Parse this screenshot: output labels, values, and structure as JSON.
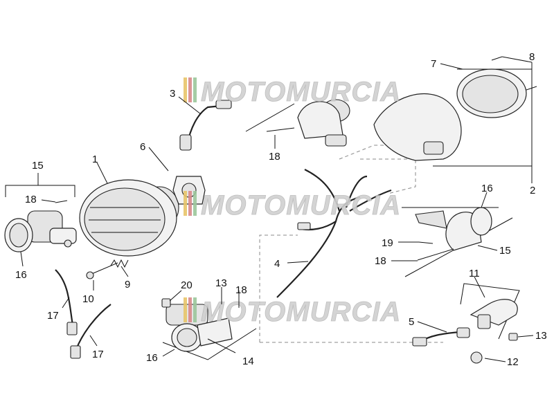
{
  "watermark": {
    "text": "MOTOMURCIA"
  },
  "callouts": [
    "1",
    "2",
    "3",
    "4",
    "5",
    "6",
    "7",
    "8",
    "9",
    "10",
    "11",
    "12",
    "13",
    "13",
    "14",
    "15",
    "15",
    "16",
    "16",
    "16",
    "16",
    "17",
    "17",
    "18",
    "18",
    "18",
    "18",
    "19",
    "20"
  ]
}
